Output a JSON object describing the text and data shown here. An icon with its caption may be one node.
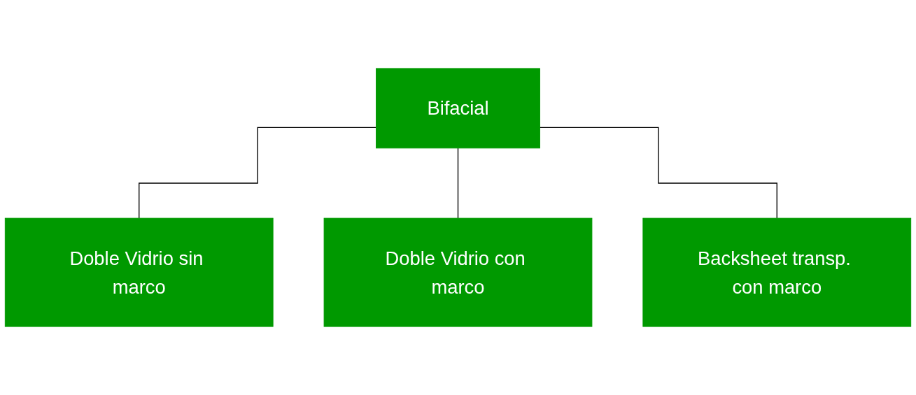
{
  "diagram": {
    "nodes": [
      {
        "text": [
          "Bifacial"
        ]
      },
      {
        "text": [
          "Doble Vidrio sin marco"
        ]
      },
      {
        "text": [
          "Doble Vidrio con marco"
        ]
      },
      {
        "text": [
          "Backsheet transp. con marco"
        ]
      }
    ],
    "edges": [
      {
        "from": 0,
        "to": 1,
        "arrow": "none"
      },
      {
        "from": 0,
        "to": 2,
        "arrow": "none"
      },
      {
        "from": 0,
        "to": 3,
        "arrow": "none"
      }
    ]
  }
}
